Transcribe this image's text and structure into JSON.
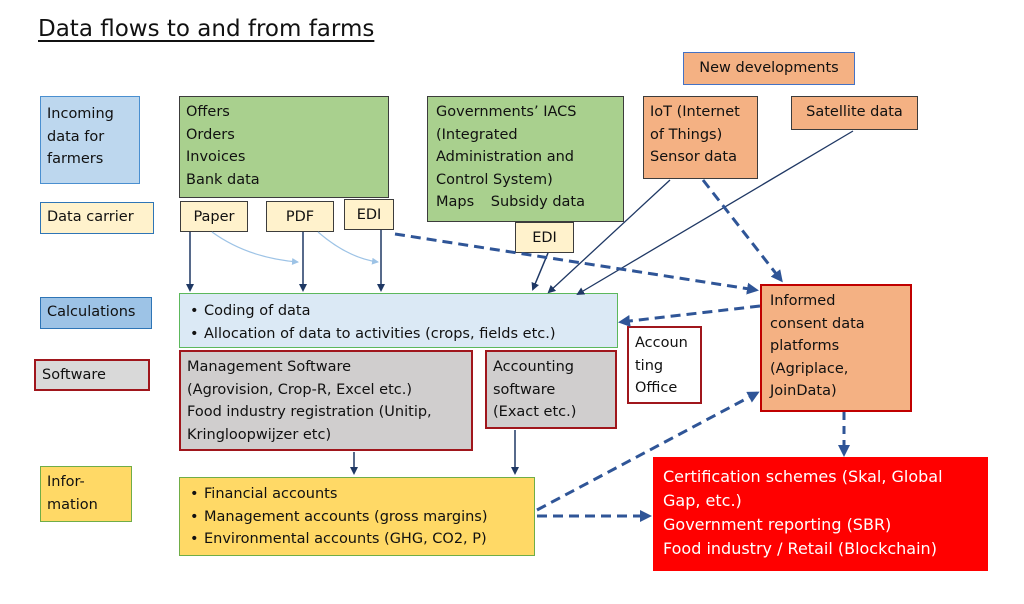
{
  "title": "Data flows to and from farms",
  "legend": {
    "incoming": "Incoming data for farmers",
    "carrier": "Data carrier",
    "calculations": "Calculations",
    "software": "Software",
    "information": "Infor- mation"
  },
  "new_developments": "New developments",
  "offers_box": [
    "Offers",
    "Orders",
    "Invoices",
    "Bank data"
  ],
  "carriers": {
    "paper": "Paper",
    "pdf": "PDF",
    "edi1": "EDI",
    "edi2": "EDI"
  },
  "gov_box": {
    "lines": [
      "Governments’ IACS",
      "(Integrated",
      "Administration and",
      "Control System)"
    ],
    "maps": "Maps",
    "subsidy": "Subsidy data"
  },
  "iot_box": [
    "IoT (Internet",
    "of Things)",
    "Sensor data"
  ],
  "satellite": "Satellite data",
  "calc_items": [
    "Coding of data",
    "Allocation of data to activities (crops, fields etc.)"
  ],
  "informed_box": [
    "Informed",
    "consent data",
    "platforms",
    "(Agriplace,",
    "JoinData)"
  ],
  "mgmt_software": [
    "Management Software",
    "(Agrovision, Crop-R, Excel etc.)",
    "Food industry registration (Unitip,",
    "Kringloopwijzer etc)"
  ],
  "accounting_software": [
    "Accounting",
    "software",
    "(Exact etc.)"
  ],
  "accounting_office": [
    "Accoun",
    "ting",
    "Office"
  ],
  "info_items": [
    "Financial accounts",
    "Management accounts (gross margins)",
    "Environmental accounts (GHG, CO2, P)"
  ],
  "red_box": [
    "Certification schemes (Skal, Global",
    "Gap, etc.)",
    "Government reporting (SBR)",
    "Food industry / Retail (Blockchain)"
  ],
  "colors": {
    "arrow_dashed": "#2f5597",
    "arrow_solid": "#1f3864",
    "arrow_light": "#9dc3e6",
    "red_box": "#ff0000",
    "software_border": "#a0161c"
  }
}
